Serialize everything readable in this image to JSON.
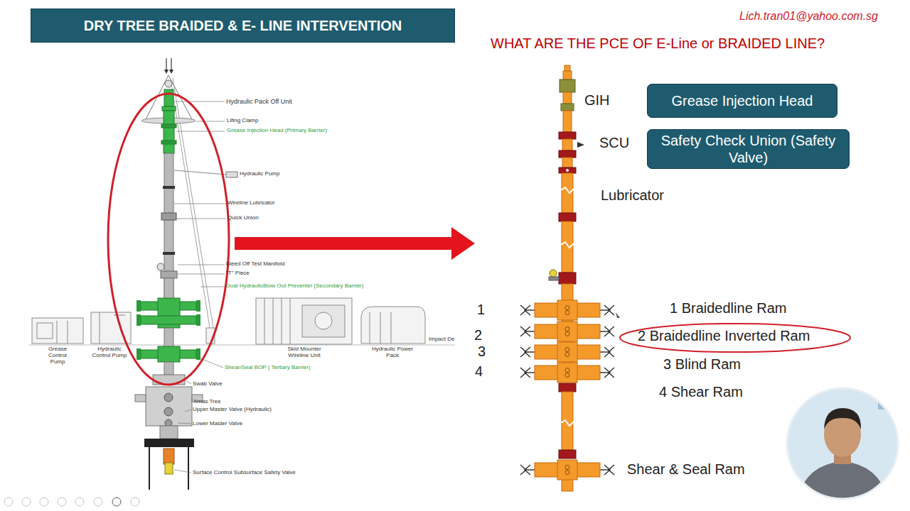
{
  "diagram": {
    "title": "DRY TREE BRAIDED & E- LINE INTERVENTION",
    "nodes": [
      {
        "text": [
          "Grease Injection Head"
        ]
      },
      {
        "text": [
          "Safety Check Union (Safety Valve)"
        ]
      }
    ],
    "labels": [
      "Lich.tran01@yahoo.com.sg",
      "WHAT ARE THE PCE OF E-Line or BRAIDED LINE?",
      "Hydraulic Pack Off Unit",
      "Lifing Clamp",
      "Grease Injection Head (Primary Barrier)",
      "Hydraulic Pump",
      "Wireline Lubricator",
      "Quick Union",
      "Bleed Off Test Manifold",
      "\"T\" Piece",
      "Dual HydraulicBlow Out Preventer (Secondary Barrier)",
      "Shear/Seal BOP ( Tertiary Barrier)",
      "Swab Valve",
      "Xmas Tree",
      "Upper Master Valve (Hydraulic)",
      "Lower Master Valve",
      "Surface Control Subsurface Safety Valve",
      "Grease Control Pump",
      "Hydraulic Control Pump",
      "Skid Mounter Wireline Unit",
      "Hydraulic Power Pack",
      "Impact De",
      "GIH",
      "SCU",
      "Lubricator",
      "1",
      "2",
      "3",
      "4",
      "1 Braidedline Ram",
      "2 Braidedline Inverted Ram",
      "3 Blind Ram",
      "4 Shear Ram",
      "Shear & Seal Ram"
    ]
  }
}
